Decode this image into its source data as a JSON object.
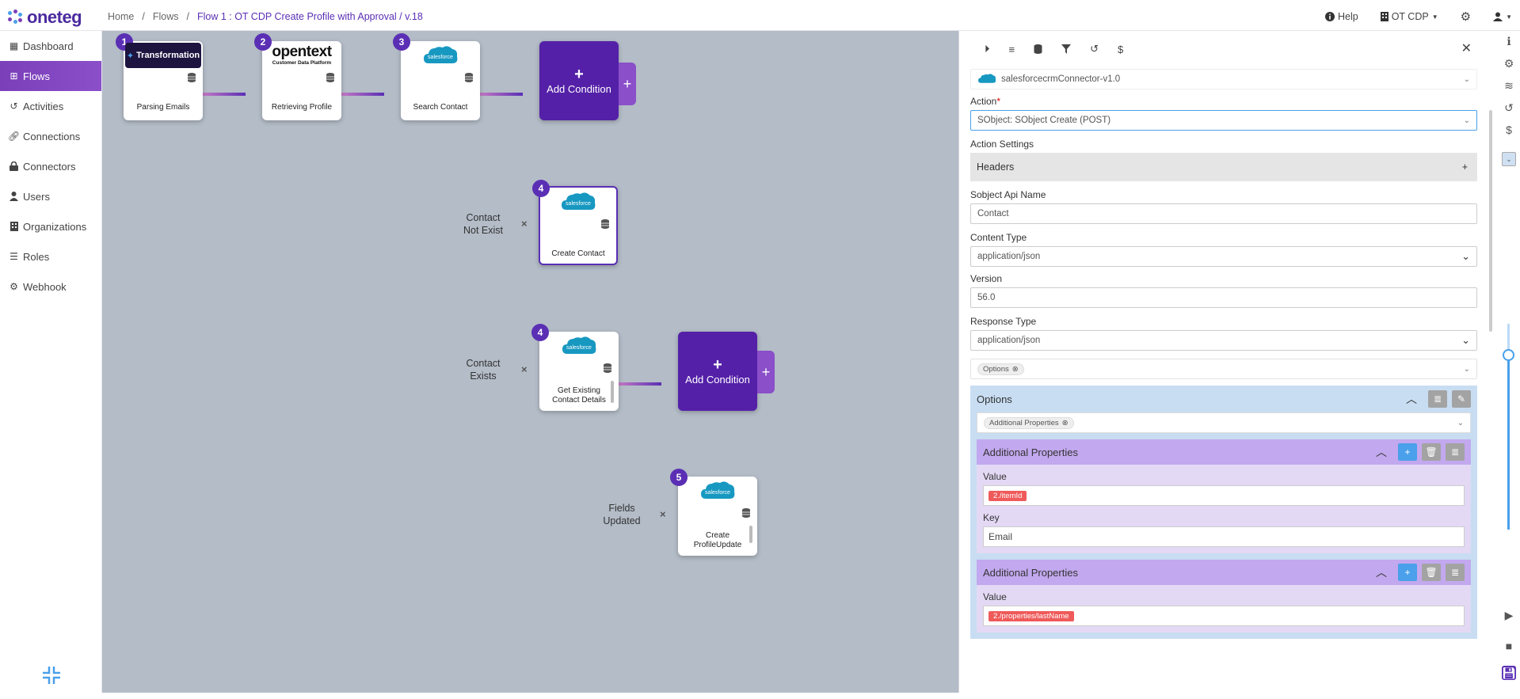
{
  "app": {
    "logo_text": "oneteg"
  },
  "breadcrumb": {
    "home": "Home",
    "sep1": "/",
    "flows": "Flows",
    "sep2": "/",
    "current": "Flow 1 : OT CDP Create Profile with Approval / v.18"
  },
  "topbar": {
    "help": "Help",
    "org": "OT CDP"
  },
  "sidebar": {
    "items": [
      {
        "label": "Dashboard",
        "icon": "grid-icon"
      },
      {
        "label": "Flows",
        "icon": "flows-icon",
        "active": true
      },
      {
        "label": "Activities",
        "icon": "history-icon"
      },
      {
        "label": "Connections",
        "icon": "link-icon"
      },
      {
        "label": "Connectors",
        "icon": "lock-icon"
      },
      {
        "label": "Users",
        "icon": "user-icon"
      },
      {
        "label": "Organizations",
        "icon": "building-icon"
      },
      {
        "label": "Roles",
        "icon": "list-icon"
      },
      {
        "label": "Webhook",
        "icon": "gears-icon"
      }
    ]
  },
  "canvas": {
    "nodes": [
      {
        "num": "1",
        "label": "Parsing Emails",
        "logo": "Transformation"
      },
      {
        "num": "2",
        "label": "Retrieving Profile",
        "logo_big": "opentext",
        "logo_small": "Customer Data Platform"
      },
      {
        "num": "3",
        "label": "Search Contact",
        "logo": "salesforce"
      },
      {
        "num": "4",
        "label": "Create Contact",
        "logo": "salesforce"
      },
      {
        "num": "4",
        "label_l1": "Get Existing",
        "label_l2": "Contact Details",
        "logo": "salesforce"
      },
      {
        "num": "5",
        "label_l1": "Create",
        "label_l2": "ProfileUpdate",
        "logo": "salesforce"
      }
    ],
    "add_condition": {
      "plus": "+",
      "label": "Add Condition",
      "tab": "+"
    },
    "conditions": [
      {
        "l1": "Contact",
        "l2": "Not Exist",
        "x": "×"
      },
      {
        "l1": "Contact",
        "l2": "Exists",
        "x": "×"
      },
      {
        "l1": "Fields",
        "l2": "Updated",
        "x": "×"
      }
    ]
  },
  "panel": {
    "connector": "salesforcecrmConnector-v1.0",
    "action_label": "Action",
    "action_required": "*",
    "action_value": "SObject: SObject Create (POST)",
    "action_settings": "Action Settings",
    "headers": "Headers",
    "headers_plus": "+",
    "sobject_label": "Sobject Api Name",
    "sobject_value": "Contact",
    "content_type_label": "Content Type",
    "content_type_value": "application/json",
    "version_label": "Version",
    "version_value": "56.0",
    "response_type_label": "Response Type",
    "response_type_value": "application/json",
    "options_chip": "Options",
    "options_title": "Options",
    "additional_chip": "Additional Properties",
    "ap_blocks": [
      {
        "title": "Additional Properties",
        "value_label": "Value",
        "value_tag": "2./itemId",
        "key_label": "Key",
        "key_value": "Email"
      },
      {
        "title": "Additional Properties",
        "value_label": "Value",
        "value_tag": "2./properties/lastName"
      }
    ]
  },
  "colors": {
    "brand": "#5a2fb4",
    "accent": "#4aa0ea",
    "canvas_bg": "#b3bcc7",
    "add_condition": "#5420a8"
  },
  "zoom": {
    "level": 0.85
  }
}
